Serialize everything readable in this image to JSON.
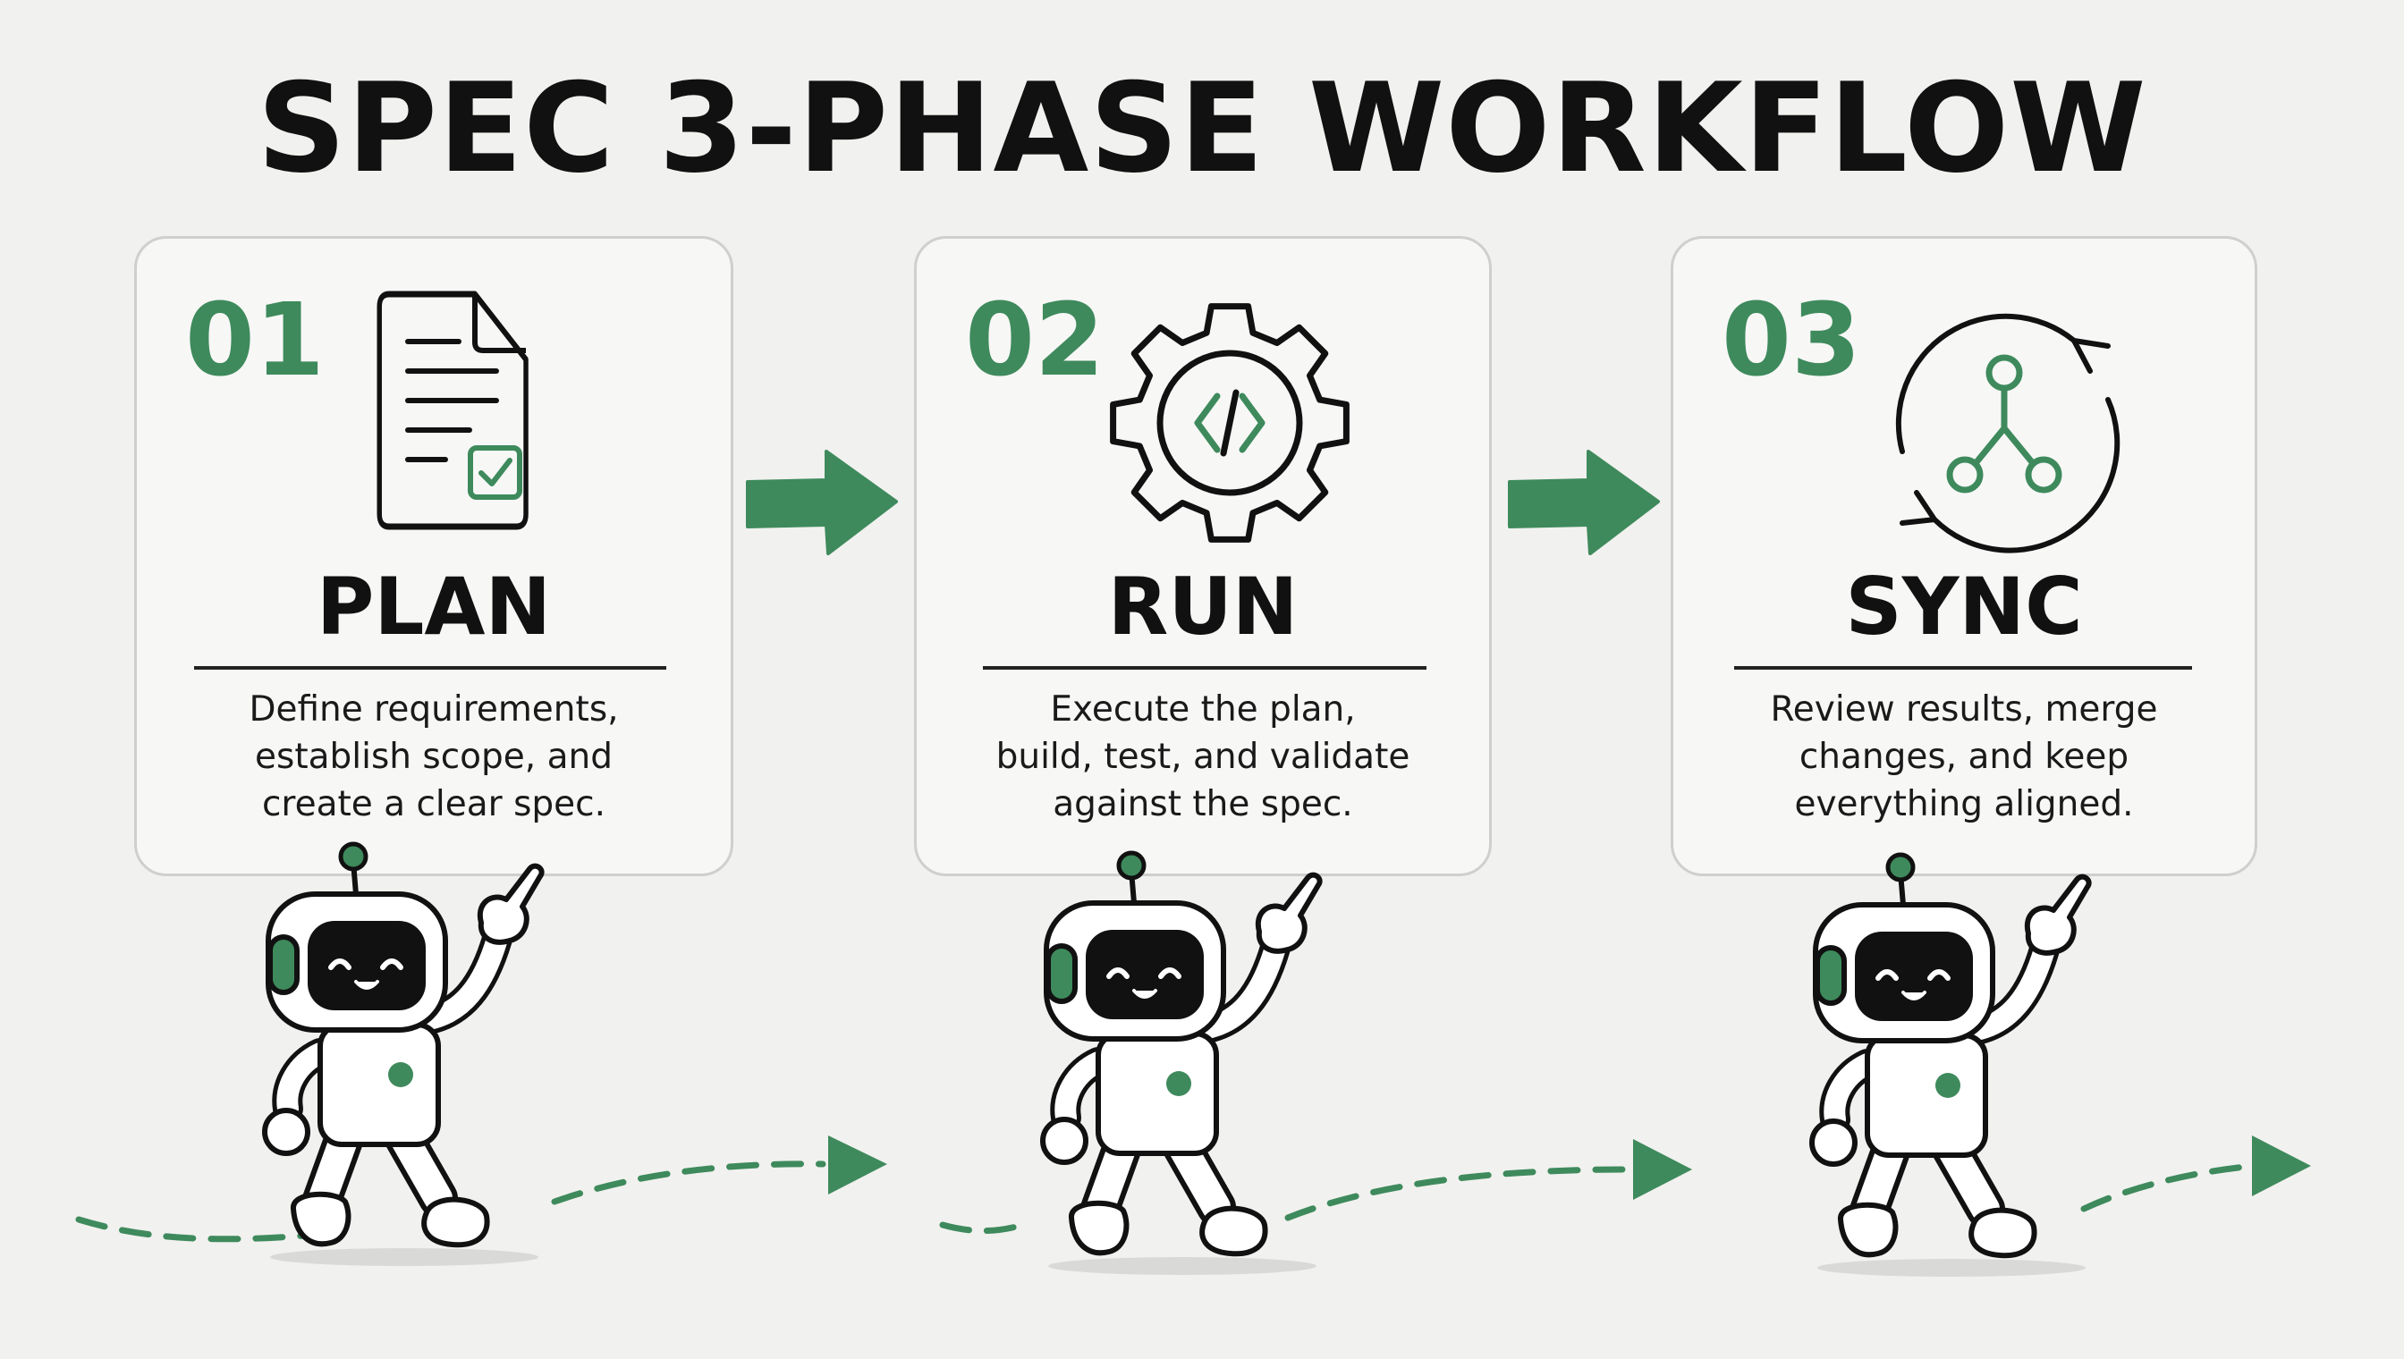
{
  "title": "SPEC 3-PHASE WORKFLOW",
  "colors": {
    "accent": "#3e8a5c",
    "ink": "#111111",
    "card_bg": "#f7f7f6",
    "card_border": "#cfcfcd",
    "page_bg": "#f1f1ef"
  },
  "phases": [
    {
      "number": "01",
      "name": "PLAN",
      "icon": "document-check-icon",
      "description": [
        "Define requirements,",
        "establish scope, and",
        "create a clear spec."
      ]
    },
    {
      "number": "02",
      "name": "RUN",
      "icon": "gear-code-icon",
      "description": [
        "Execute the plan,",
        "build, test, and validate",
        "against the spec."
      ]
    },
    {
      "number": "03",
      "name": "SYNC",
      "icon": "sync-merge-icon",
      "description": [
        "Review results, merge",
        "changes, and keep",
        "everything aligned."
      ]
    }
  ],
  "connectors": [
    "arrow-right-icon",
    "arrow-right-icon"
  ],
  "mascot": "robot-pointing-icon"
}
